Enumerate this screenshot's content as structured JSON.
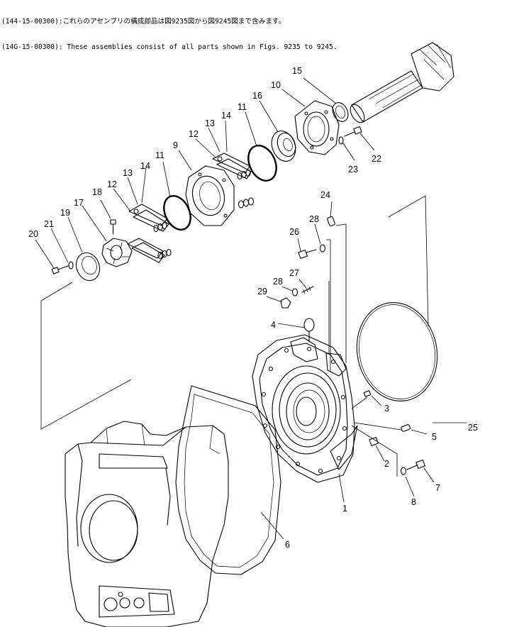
{
  "header": {
    "line1": "(144-15-00300):これらのアセンブリの構成部品は図9235図から図9245図まで含みます。",
    "line2": "(14G-15-00300): These assemblies consist of all parts shown in Figs. 9235 to 9245."
  },
  "callouts": {
    "c1": "1",
    "c2": "2",
    "c3": "3",
    "c4": "4",
    "c5": "5",
    "c6": "6",
    "c7": "7",
    "c8": "8",
    "c9": "9",
    "c10": "10",
    "c11a": "11",
    "c11b": "11",
    "c12a": "12",
    "c12b": "12",
    "c13a": "13",
    "c13b": "13",
    "c14a": "14",
    "c14b": "14",
    "c15": "15",
    "c16": "16",
    "c17": "17",
    "c18": "18",
    "c19": "19",
    "c20": "20",
    "c21": "21",
    "c22": "22",
    "c23": "23",
    "c24": "24",
    "c25": "25",
    "c26": "26",
    "c27": "27",
    "c28a": "28",
    "c28b": "28",
    "c29": "29"
  }
}
